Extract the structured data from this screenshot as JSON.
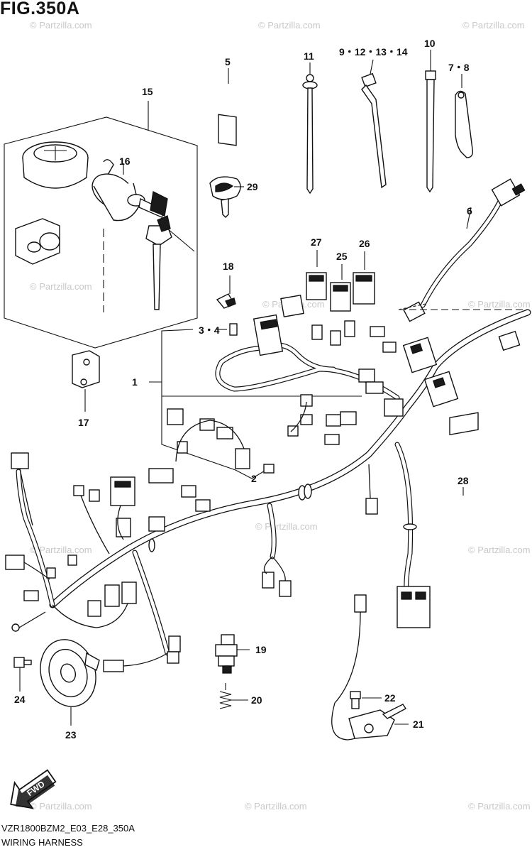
{
  "figure": {
    "title": "FIG.350A",
    "model_code": "VZR1800BZM2_E03_E28_350A",
    "caption": "WIRING HARNESS"
  },
  "watermark": {
    "text": "© Partzilla.com",
    "color": "#c8c8c8"
  },
  "orientation_badge": {
    "label": "FWD",
    "icon": "forward-arrow-icon"
  },
  "callouts": {
    "c1": "1",
    "c2": "2",
    "c3_4": "3・4",
    "c5": "5",
    "c6": "6",
    "c7_8": "7・8",
    "c9_14": "9・12・13・14",
    "c10": "10",
    "c11": "11",
    "c15": "15",
    "c16": "16",
    "c17": "17",
    "c18": "18",
    "c19": "19",
    "c20": "20",
    "c21": "21",
    "c22": "22",
    "c23": "23",
    "c24": "24",
    "c25": "25",
    "c26": "26",
    "c27": "27",
    "c28": "28",
    "c29": "29"
  }
}
